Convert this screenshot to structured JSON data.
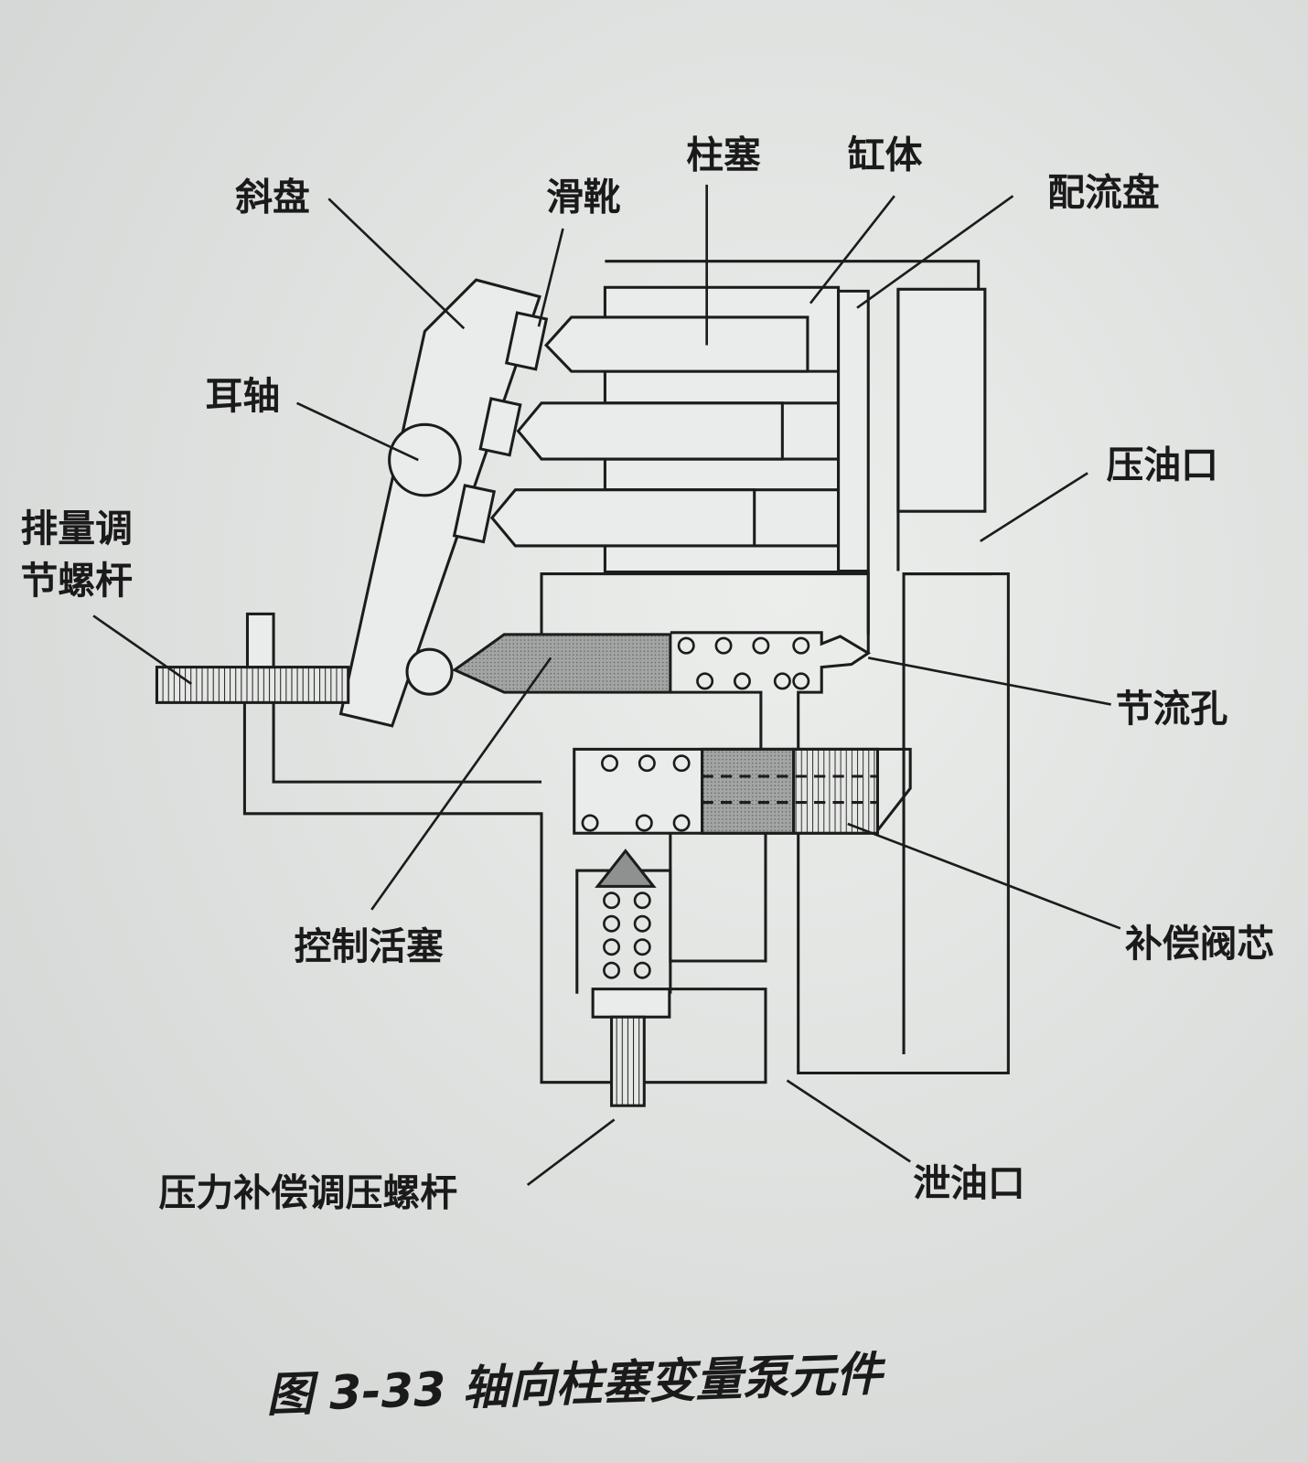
{
  "labels": {
    "swash_plate": "斜盘",
    "slipper": "滑靴",
    "piston": "柱塞",
    "cylinder_block": "缸体",
    "valve_plate": "配流盘",
    "trunnion": "耳轴",
    "pressure_port": "压油口",
    "displacement_screw_line1": "排量调",
    "displacement_screw_line2": "节螺杆",
    "orifice": "节流孔",
    "control_piston": "控制活塞",
    "compensator_spool": "补偿阀芯",
    "compensator_adjust_screw": "压力补偿调压螺杆",
    "drain_port": "泄油口"
  },
  "caption": "图 3-33  轴向柱塞变量泵元件",
  "colors": {
    "background": "#e3e6e4",
    "line": "#1c1c1c",
    "shade": "#9a9c9b"
  }
}
